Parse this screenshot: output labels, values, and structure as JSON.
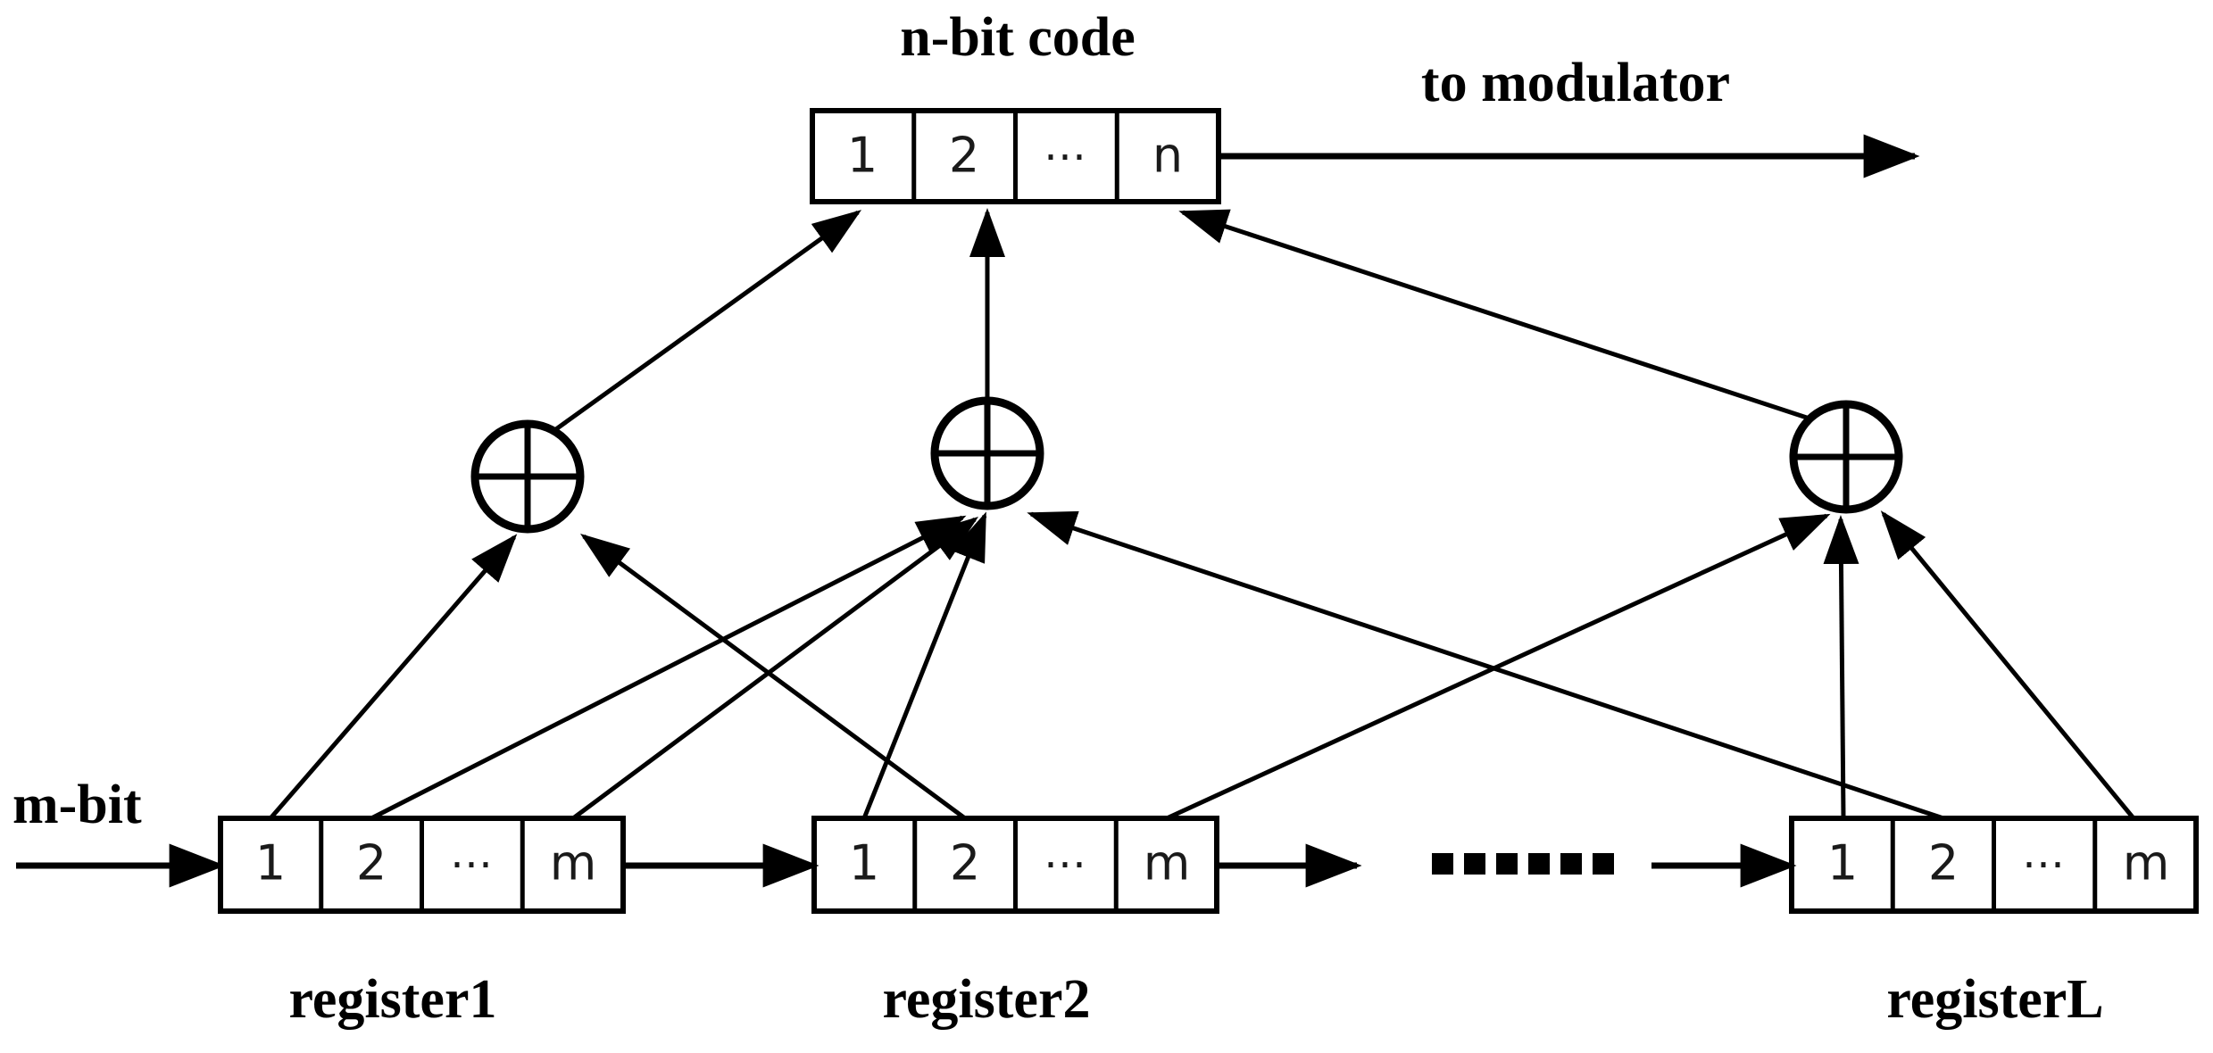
{
  "diagram": {
    "title_top": "n-bit code",
    "label_modulator": "to modulator",
    "label_input": "m-bit",
    "output_register": {
      "name": "n-bit-code-register",
      "cells": [
        "1",
        "2",
        "⋯",
        "n"
      ]
    },
    "registers": [
      {
        "name": "register1",
        "label": "register1",
        "cells": [
          "1",
          "2",
          "⋯",
          "m"
        ]
      },
      {
        "name": "register2",
        "label": "register2",
        "cells": [
          "1",
          "2",
          "⋯",
          "m"
        ]
      },
      {
        "name": "registerL",
        "label": "registerL",
        "cells": [
          "1",
          "2",
          "⋯",
          "m"
        ]
      }
    ],
    "xor_nodes": [
      {
        "name": "xor-1",
        "symbol": "⊕"
      },
      {
        "name": "xor-2",
        "symbol": "⊕"
      },
      {
        "name": "xor-L",
        "symbol": "⊕"
      }
    ],
    "continuation_dots": "▪▪▪▪▪▪",
    "colors": {
      "stroke": "#000000",
      "fill": "#ffffff",
      "cell_text": "#1a1a1a"
    }
  }
}
